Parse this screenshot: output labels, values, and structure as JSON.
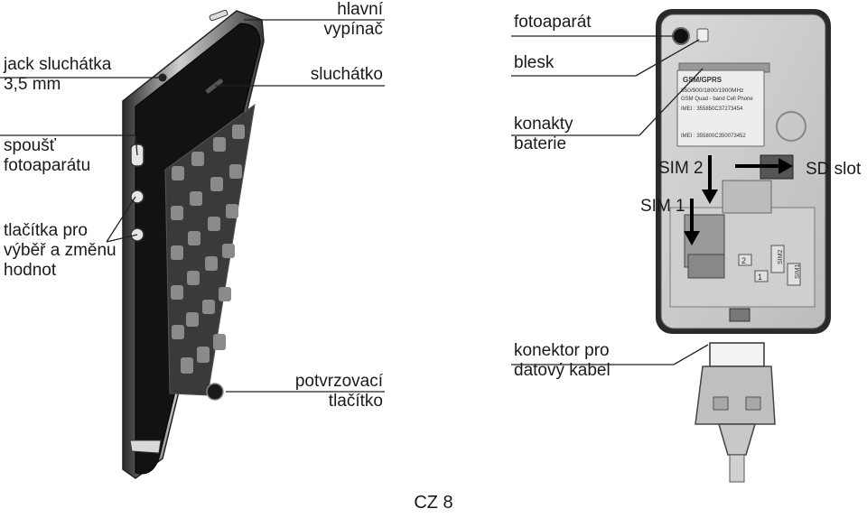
{
  "labels": {
    "jack": "jack sluchátka\n3,5 mm",
    "hlavni": "hlavní\nvypínač",
    "sluchatko": "sluchátko",
    "spoust": "spoušť\nfotoaparátu",
    "tlacitka": "tlačítka pro\nvýběř a změnu\nhodnot",
    "potvrzovaci": "potvrzovací\ntlačítko",
    "fotoaparat": "fotoaparát",
    "blesk": "blesk",
    "konakty": "konakty\nbaterie",
    "sim2": "SIM 2",
    "sdslot": "SD slot",
    "sim1": "SIM 1",
    "konektor": "konektor pro\ndatový kabel"
  },
  "sticker": {
    "line1": "GSM/GPRS",
    "line2": "850/900/1800/1900MHz",
    "line3": "GSM Quad - band Cell Phone",
    "imei1": "IMEI : 355850C37273454",
    "imei2": "IMEI : 355800C350073452"
  },
  "slots": {
    "sim2": "SIM2",
    "sim1": "SIM1",
    "n2": "2",
    "n1": "1"
  },
  "footer": {
    "page": "CZ 8"
  }
}
